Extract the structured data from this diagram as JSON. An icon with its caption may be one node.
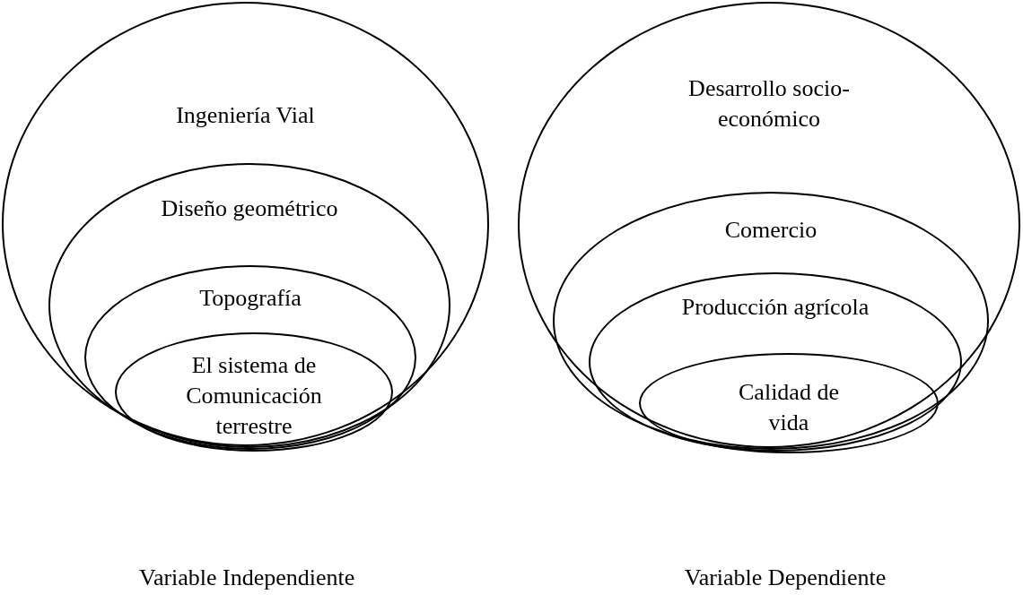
{
  "diagram": {
    "nodes": [
      {
        "text": [
          "Ingeniería Vial"
        ]
      },
      {
        "text": [
          "Diseño geométrico"
        ],
        "in": 0
      },
      {
        "text": [
          "Topografía"
        ],
        "in": 1
      },
      {
        "text": [
          "El sistema de Comunicación terrestre"
        ],
        "in": 2
      },
      {
        "text": [
          "Desarrollo socio-económico"
        ]
      },
      {
        "text": [
          "Comercio"
        ],
        "in": 4
      },
      {
        "text": [
          "Producción agrícola"
        ],
        "in": 5
      },
      {
        "text": [
          "Calidad de vida"
        ],
        "in": 6
      }
    ],
    "labels": [
      "Variable Independiente",
      "Variable Dependiente"
    ]
  }
}
